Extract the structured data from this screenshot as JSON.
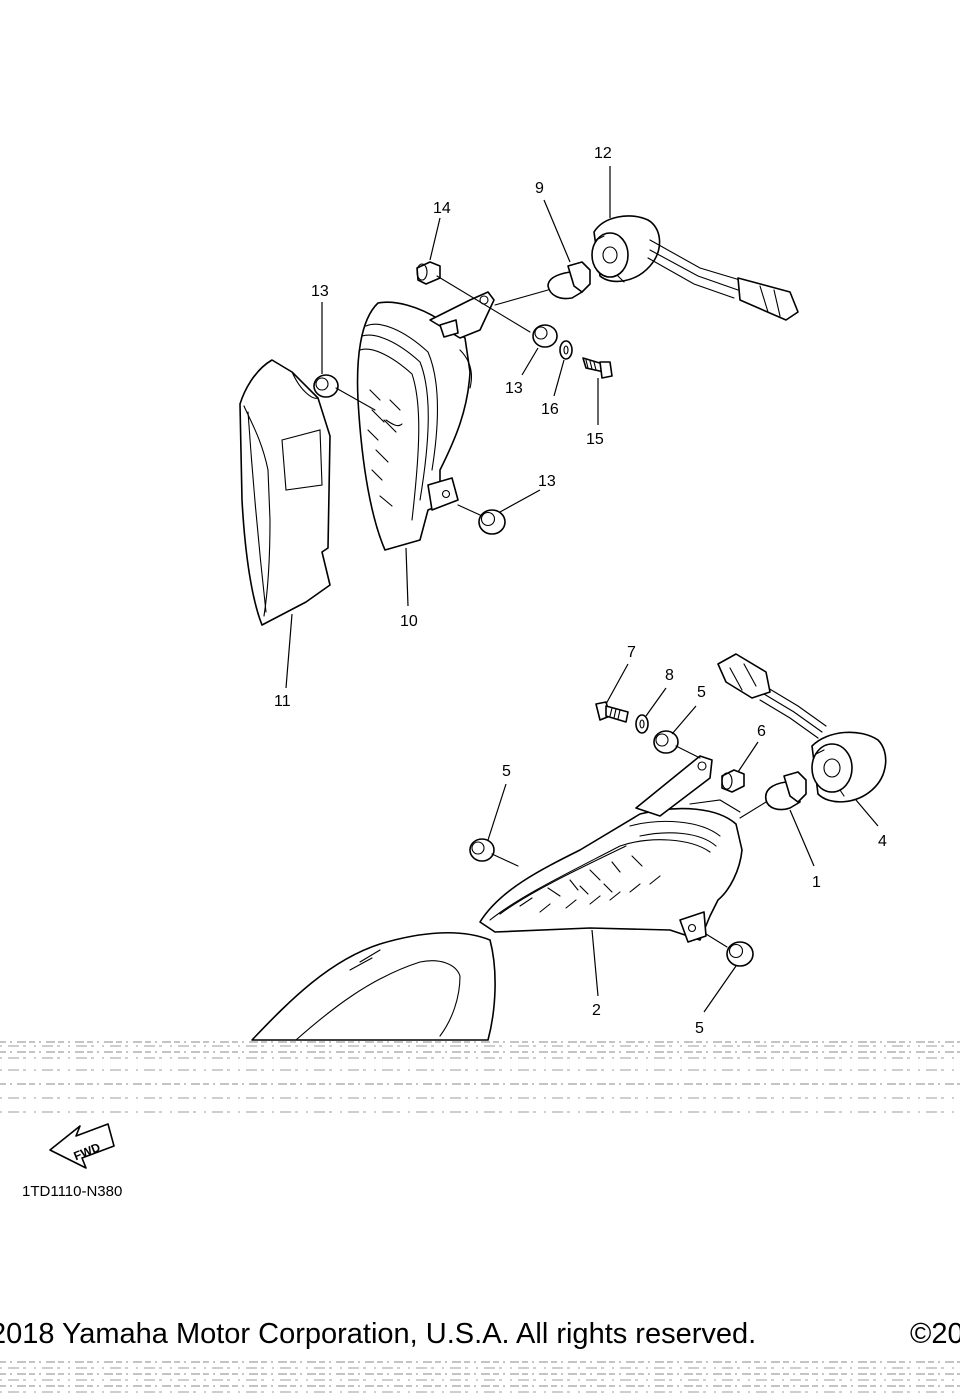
{
  "diagram": {
    "callouts": [
      {
        "id": "c12",
        "text": "12"
      },
      {
        "id": "c9",
        "text": "9"
      },
      {
        "id": "c14",
        "text": "14"
      },
      {
        "id": "c13a",
        "text": "13"
      },
      {
        "id": "c13b",
        "text": "13"
      },
      {
        "id": "c16",
        "text": "16"
      },
      {
        "id": "c15",
        "text": "15"
      },
      {
        "id": "c13c",
        "text": "13"
      },
      {
        "id": "c10",
        "text": "10"
      },
      {
        "id": "c11",
        "text": "11"
      },
      {
        "id": "c7",
        "text": "7"
      },
      {
        "id": "c8",
        "text": "8"
      },
      {
        "id": "c5a",
        "text": "5"
      },
      {
        "id": "c6",
        "text": "6"
      },
      {
        "id": "c5b",
        "text": "5"
      },
      {
        "id": "c4",
        "text": "4"
      },
      {
        "id": "c1",
        "text": "1"
      },
      {
        "id": "c2",
        "text": "2"
      },
      {
        "id": "c5c",
        "text": "5"
      }
    ],
    "fwd_label": "FWD",
    "code": "1TD1110-N380"
  },
  "footer": {
    "copyright": "2018 Yamaha Motor Corporation, U.S.A. All rights reserved.",
    "copyright_right": "©20"
  }
}
